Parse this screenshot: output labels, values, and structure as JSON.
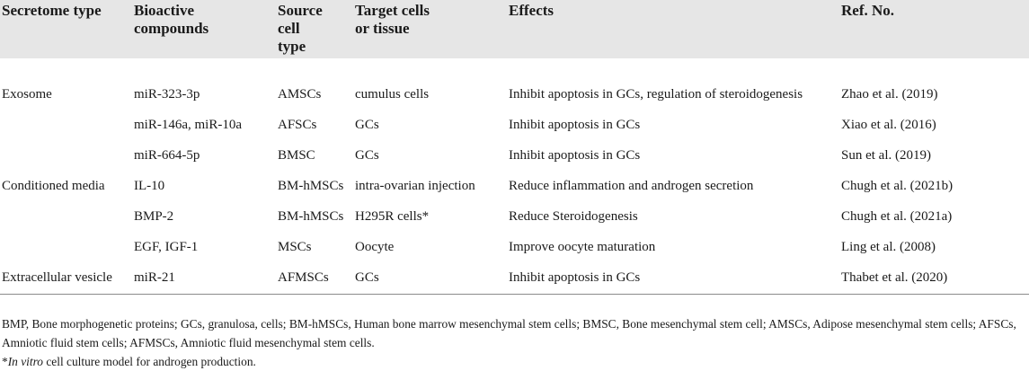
{
  "table": {
    "headers": [
      [
        "Secretome type"
      ],
      [
        "Bioactive",
        "compounds"
      ],
      [
        "Source cell",
        "type"
      ],
      [
        "Target cells",
        "or tissue"
      ],
      [
        "Effects"
      ],
      [
        "Ref. No."
      ]
    ],
    "rows": [
      [
        "Exosome",
        "miR-323-3p",
        "AMSCs",
        "cumulus cells",
        "Inhibit apoptosis in GCs, regulation of steroidogenesis",
        "Zhao et al. (2019)"
      ],
      [
        "",
        "miR-146a, miR-10a",
        "AFSCs",
        "GCs",
        "Inhibit apoptosis in GCs",
        "Xiao et al. (2016)"
      ],
      [
        "",
        "miR-664-5p",
        "BMSC",
        "GCs",
        "Inhibit apoptosis in GCs",
        "Sun et al. (2019)"
      ],
      [
        "Conditioned media",
        "IL-10",
        "BM-hMSCs",
        "intra-ovarian injection",
        "Reduce inflammation and androgen secretion",
        "Chugh et al. (2021b)"
      ],
      [
        "",
        "BMP-2",
        "BM-hMSCs",
        "H295R cells*",
        "Reduce Steroidogenesis",
        "Chugh et al. (2021a)"
      ],
      [
        "",
        "EGF, IGF-1",
        "MSCs",
        "Oocyte",
        "Improve oocyte maturation",
        "Ling et al. (2008)"
      ],
      [
        "Extracellular vesicle",
        "miR-21",
        "AFMSCs",
        "GCs",
        "Inhibit apoptosis in GCs",
        "Thabet et al. (2020)"
      ]
    ]
  },
  "notes": {
    "abbreviations": "BMP, Bone morphogenetic proteins; GCs, granulosa, cells; BM-hMSCs, Human bone marrow mesenchymal stem cells; BMSC, Bone mesenchymal stem cell; AMSCs, Adipose mesenchymal stem cells; AFSCs, Amniotic fluid stem cells; AFMSCs, Amniotic fluid mesenchymal stem cells.",
    "footnote_mark": "*",
    "footnote_italic": "In vitro",
    "footnote_rest": " cell culture model for androgen production."
  }
}
